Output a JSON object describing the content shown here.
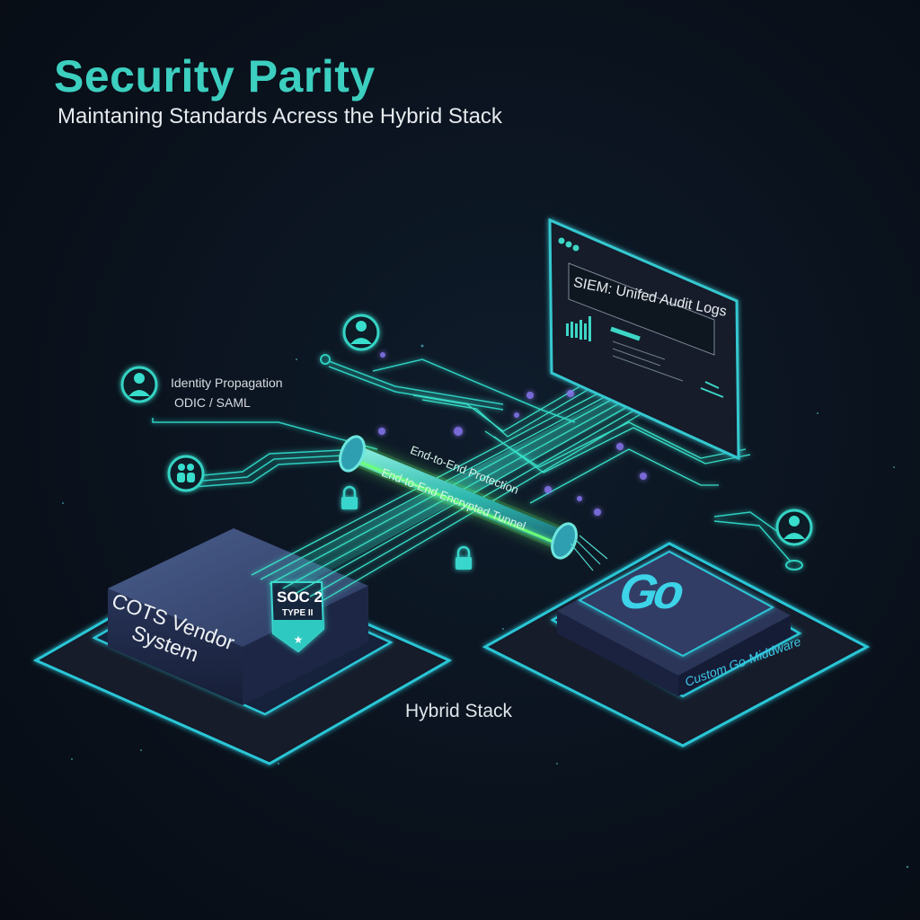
{
  "header": {
    "title": "Security Parity",
    "subtitle": "Maintaning Standards Acress the Hybrid Stack"
  },
  "identity": {
    "label": "Identity Propagation",
    "protocol": "ODIC / SAML",
    "icons": [
      "user-icon",
      "user-icon",
      "group-users-icon",
      "user-icon"
    ]
  },
  "siem": {
    "title": "SIEM: Unifed Audit Logs",
    "window_dots": 3
  },
  "tunnel": {
    "label_top": "End-to-End Protection",
    "label_bottom": "End-to-End Encrypted Tunnel",
    "lock_icons": 2
  },
  "cots": {
    "line1": "COTS Vendor",
    "line2": "System",
    "badge": {
      "main": "SOC 2",
      "sub": "TYPE II"
    }
  },
  "go_middleware": {
    "logo": "Go",
    "label": "Custom Go-Middware"
  },
  "footer": {
    "stack_label": "Hybrid Stack"
  },
  "colors": {
    "background": "#0a121d",
    "accent_teal": "#3ccfc0",
    "tunnel_green": "#5cf06a",
    "circuit_purple": "#7b6cf0",
    "platform_blue": "#2a3a5c"
  }
}
